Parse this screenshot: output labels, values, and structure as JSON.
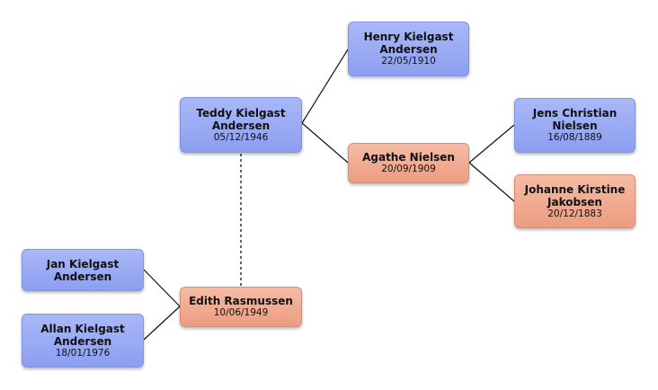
{
  "people": {
    "henry": {
      "name_1": "Henry Kielgast",
      "name_2": "Andersen",
      "date": "22/05/1910",
      "gender": "male"
    },
    "teddy": {
      "name_1": "Teddy Kielgast",
      "name_2": "Andersen",
      "date": "05/12/1946",
      "gender": "male"
    },
    "agathe": {
      "name_1": "Agathe Nielsen",
      "name_2": "",
      "date": "20/09/1909",
      "gender": "female"
    },
    "jens": {
      "name_1": "Jens Christian",
      "name_2": "Nielsen",
      "date": "16/08/1889",
      "gender": "male"
    },
    "johanne": {
      "name_1": "Johanne Kirstine",
      "name_2": "Jakobsen",
      "date": "20/12/1883",
      "gender": "female"
    },
    "jan": {
      "name_1": "Jan Kielgast",
      "name_2": "Andersen",
      "date": "",
      "gender": "male"
    },
    "edith": {
      "name_1": "Edith Rasmussen",
      "name_2": "",
      "date": "10/06/1949",
      "gender": "female"
    },
    "allan": {
      "name_1": "Allan Kielgast",
      "name_2": "Andersen",
      "date": "18/01/1976",
      "gender": "male"
    }
  },
  "colors": {
    "male_fill": "#9aaaf4",
    "female_fill": "#f0a88c",
    "line": "#111111"
  }
}
